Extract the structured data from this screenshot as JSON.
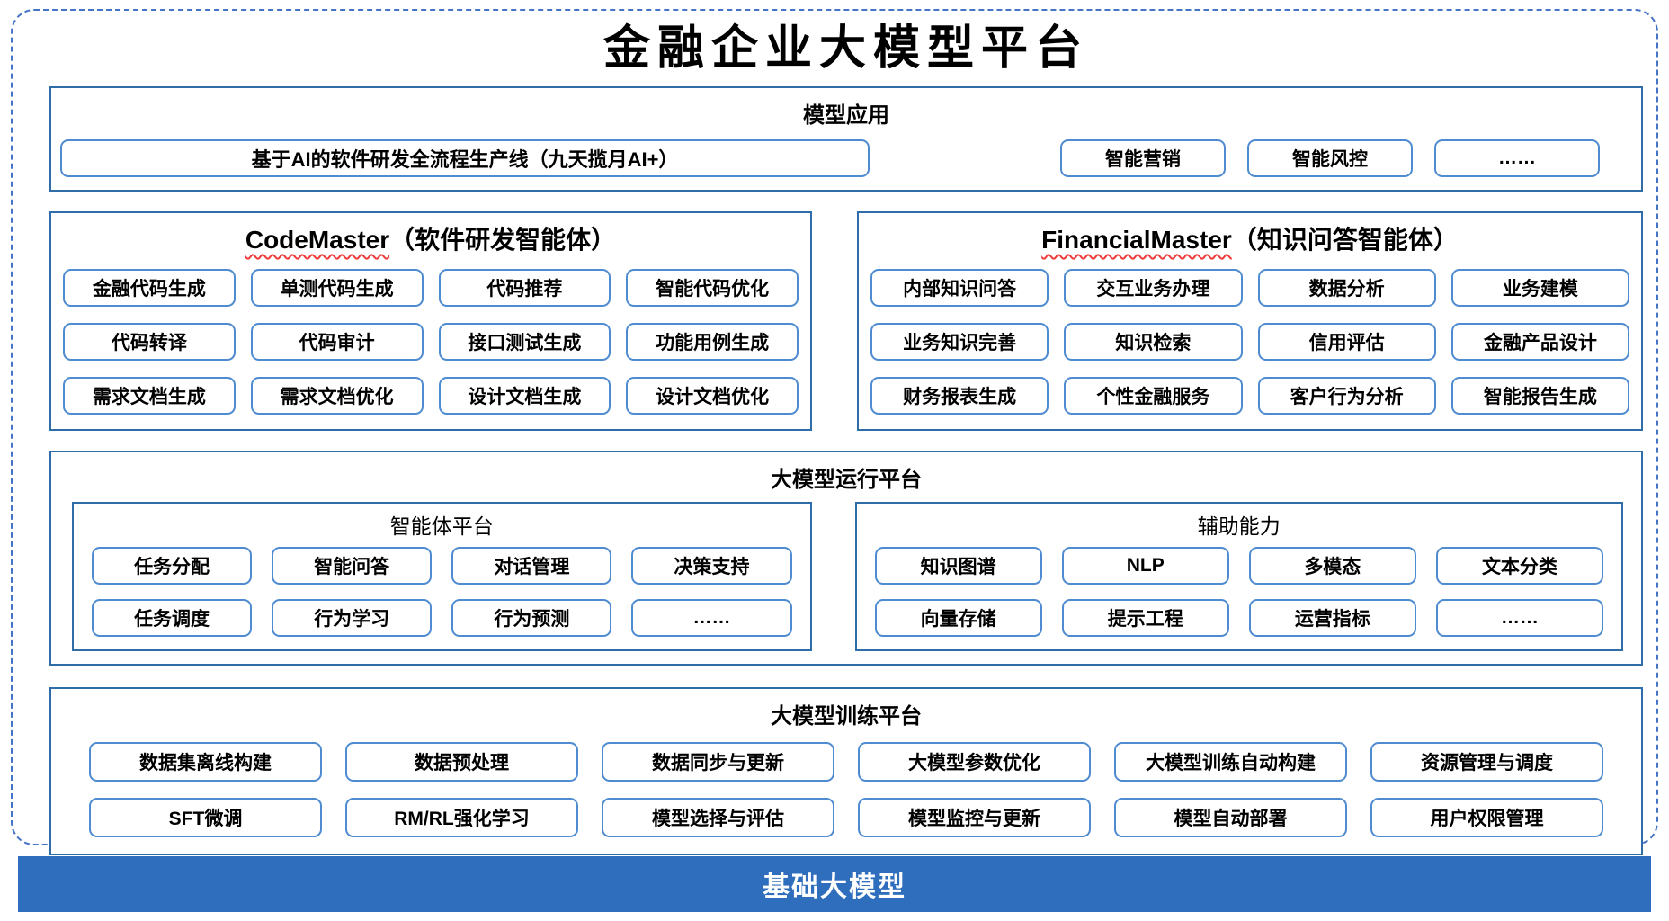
{
  "title": "金融企业大模型平台",
  "colors": {
    "dashed_border": "#4573C6",
    "section_border": "#2E6DA8",
    "chip_border": "#4E8BD0",
    "foundation_bg": "#2F6EBD",
    "wavy_underline": "#F03B3B"
  },
  "applications": {
    "title": "模型应用",
    "pipeline": "基于AI的软件研发全流程生产线（九天揽月AI+）",
    "items": [
      "智能营销",
      "智能风控",
      "……"
    ]
  },
  "code_master": {
    "title_en": "CodeMaster",
    "title_zh": "（软件研发智能体）",
    "items": [
      "金融代码生成",
      "单测代码生成",
      "代码推荐",
      "智能代码优化",
      "代码转译",
      "代码审计",
      "接口测试生成",
      "功能用例生成",
      "需求文档生成",
      "需求文档优化",
      "设计文档生成",
      "设计文档优化"
    ]
  },
  "financial_master": {
    "title_en": "FinancialMaster",
    "title_zh": "（知识问答智能体）",
    "items": [
      "内部知识问答",
      "交互业务办理",
      "数据分析",
      "业务建模",
      "业务知识完善",
      "知识检索",
      "信用评估",
      "金融产品设计",
      "财务报表生成",
      "个性金融服务",
      "客户行为分析",
      "智能报告生成"
    ]
  },
  "runtime": {
    "title": "大模型运行平台",
    "agent_platform": {
      "title": "智能体平台",
      "items": [
        "任务分配",
        "智能问答",
        "对话管理",
        "决策支持",
        "任务调度",
        "行为学习",
        "行为预测",
        "……"
      ]
    },
    "aux": {
      "title": "辅助能力",
      "items": [
        "知识图谱",
        "NLP",
        "多模态",
        "文本分类",
        "向量存储",
        "提示工程",
        "运营指标",
        "……"
      ]
    }
  },
  "training": {
    "title": "大模型训练平台",
    "items": [
      "数据集离线构建",
      "数据预处理",
      "数据同步与更新",
      "大模型参数优化",
      "大模型训练自动构建",
      "资源管理与调度",
      "SFT微调",
      "RM/RL强化学习",
      "模型选择与评估",
      "模型监控与更新",
      "模型自动部署",
      "用户权限管理"
    ]
  },
  "foundation": {
    "title": "基础大模型"
  }
}
